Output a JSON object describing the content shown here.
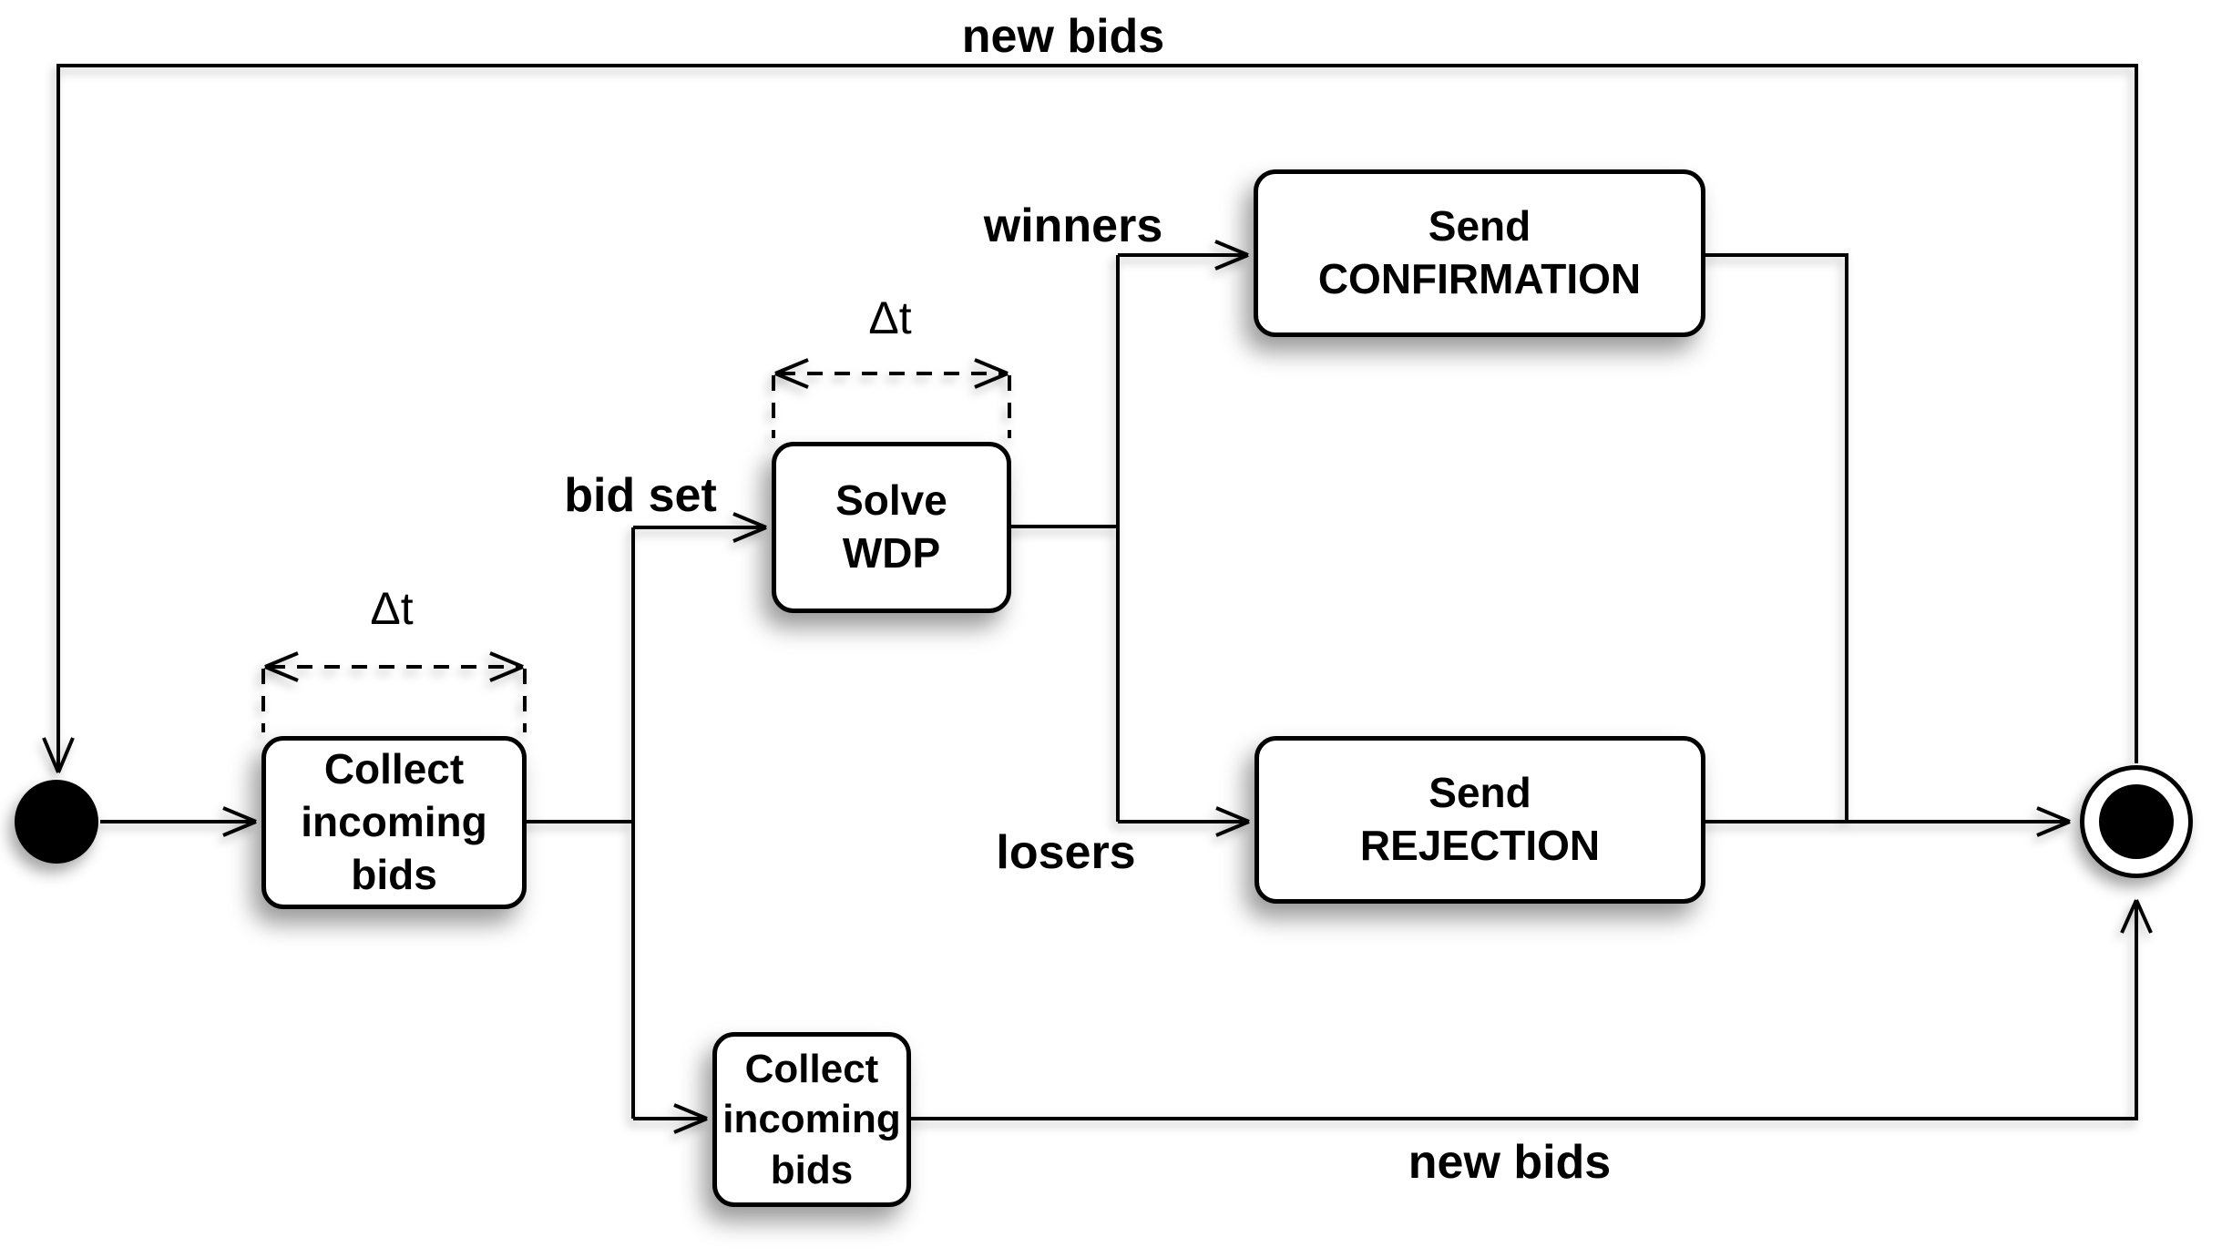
{
  "diagram_type": "uml-activity-diagram",
  "colors": {
    "stroke": "#000000",
    "node_fill": "#ffffff",
    "background": "#ffffff",
    "shadow": "rgba(0,0,0,0.40)"
  },
  "nodes": {
    "initial": {
      "type": "initial-state"
    },
    "collect_bids_1": {
      "lines": [
        "Collect",
        "incoming",
        "bids"
      ]
    },
    "solve_wdp": {
      "lines": [
        "Solve",
        "WDP"
      ]
    },
    "send_confirmation": {
      "lines": [
        "Send",
        "CONFIRMATION"
      ]
    },
    "send_rejection": {
      "lines": [
        "Send",
        "REJECTION"
      ]
    },
    "collect_bids_2": {
      "lines": [
        "Collect",
        "incoming",
        "bids"
      ]
    },
    "final": {
      "type": "final-state"
    }
  },
  "edge_labels": {
    "new_bids_top": "new bids",
    "bid_set": "bid set",
    "winners": "winners",
    "losers": "losers",
    "new_bids_bottom": "new bids"
  },
  "annotations": {
    "delta_t_collect": "Δt",
    "delta_t_solve": "Δt"
  }
}
